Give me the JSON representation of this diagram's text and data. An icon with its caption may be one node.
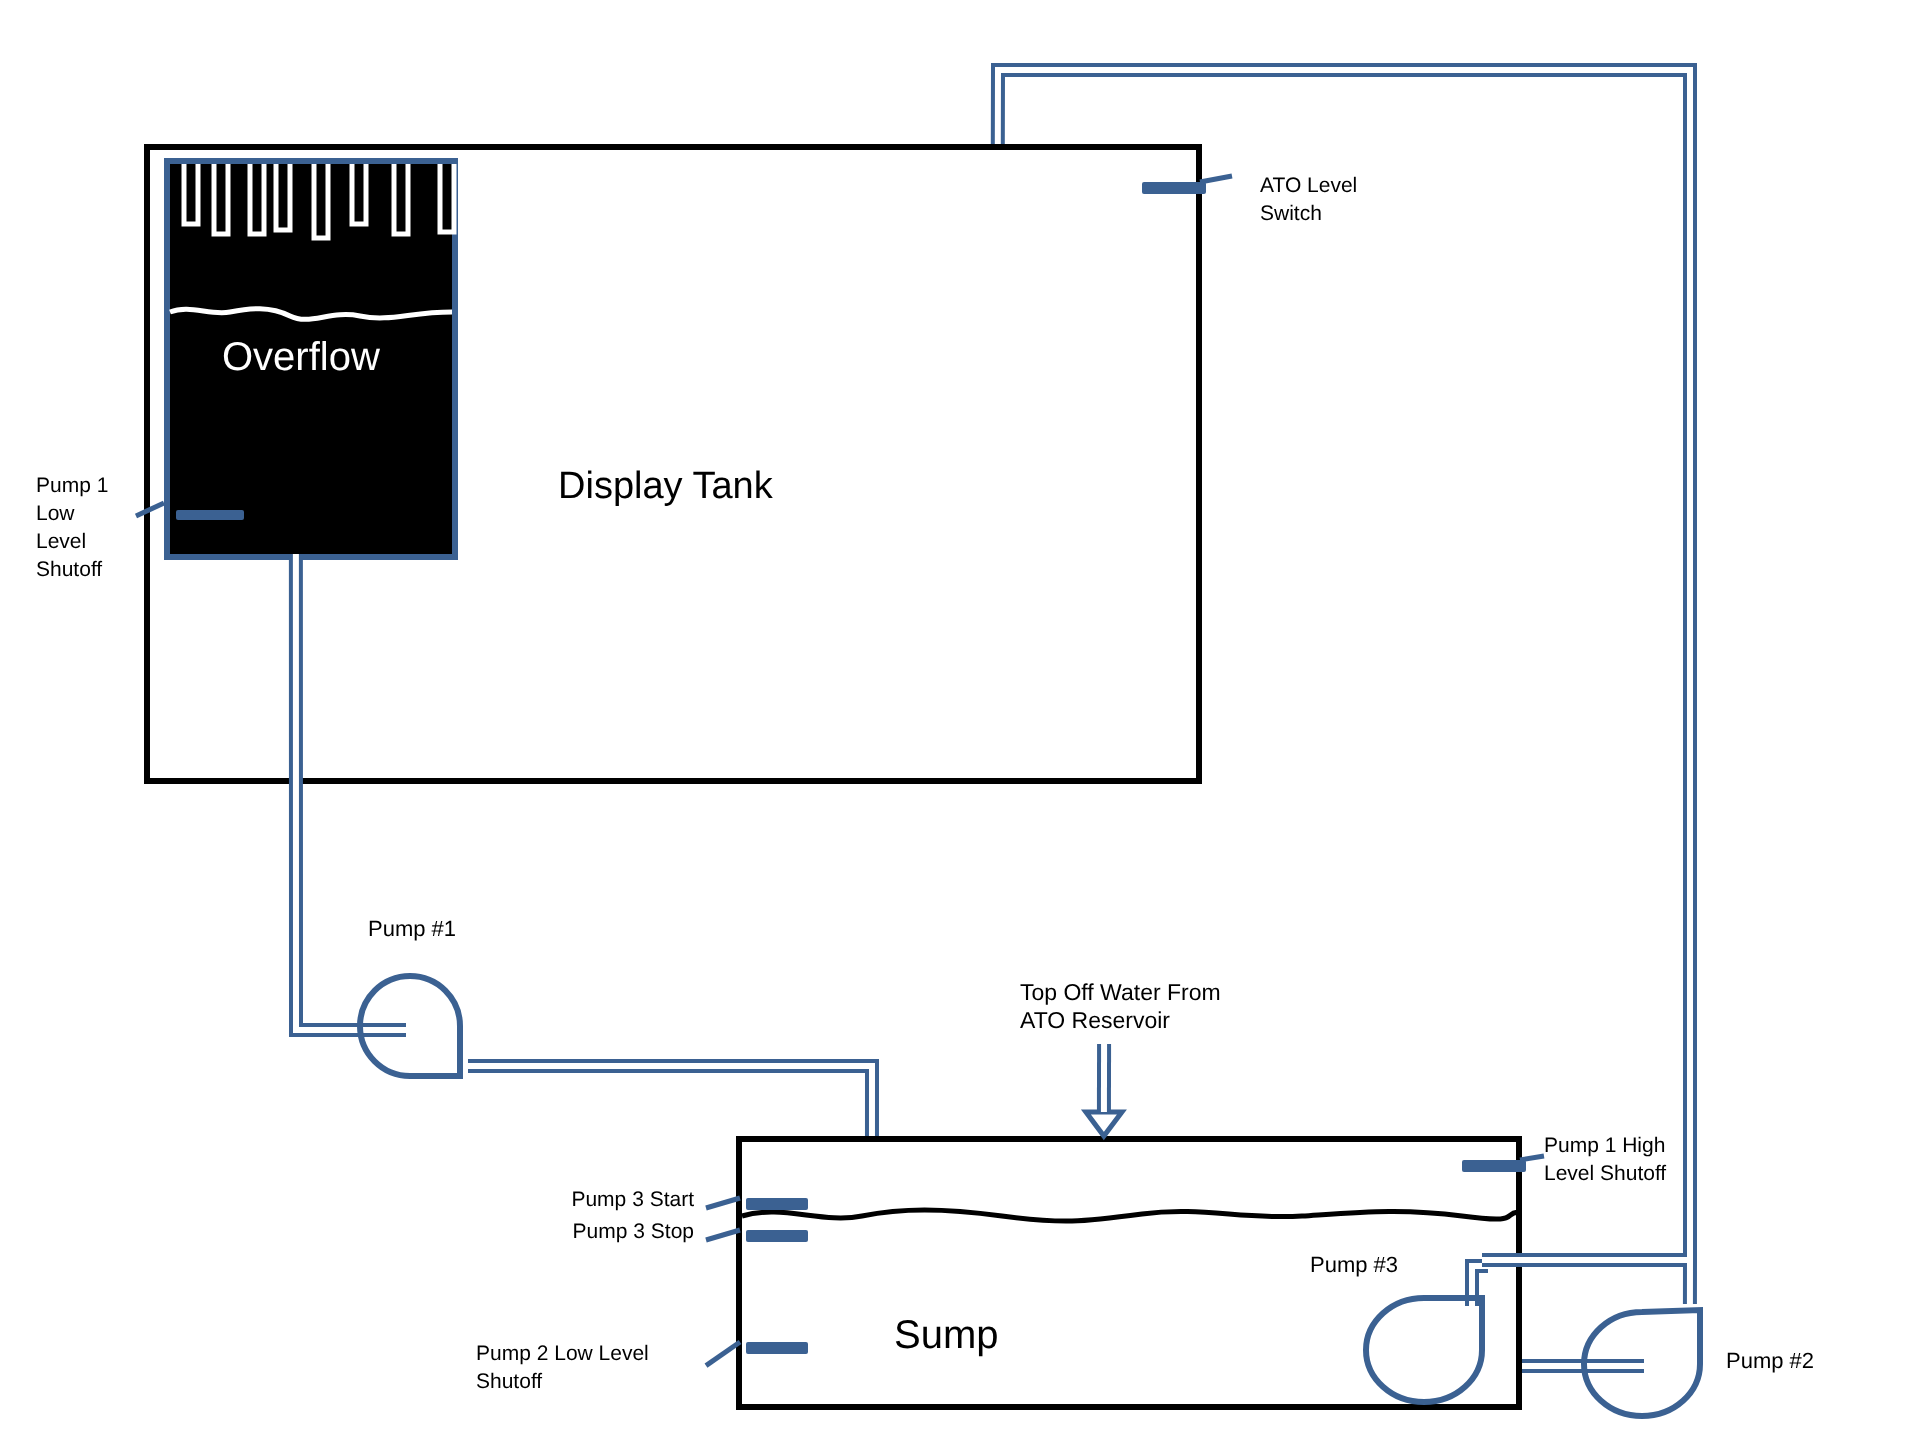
{
  "diagram": {
    "nodes": [
      {
        "text": [
          "Display Tank"
        ]
      },
      {
        "text": [
          "Overflow"
        ],
        "in": 0
      },
      {
        "text": [],
        "shape": "bar",
        "in": 1
      },
      {
        "text": [],
        "shape": "bar",
        "in": 0
      },
      {
        "text": [
          "ATO Level Switch"
        ]
      },
      {
        "text": [
          "Pump 1 Low Level Shutoff"
        ]
      },
      {
        "text": [
          "Pump #1"
        ]
      },
      {
        "text": [
          "Top Off Water From ATO Reservoir"
        ]
      },
      {
        "text": [
          "Sump"
        ]
      },
      {
        "text": [],
        "shape": "bar",
        "in": 8
      },
      {
        "text": [],
        "shape": "bar",
        "in": 8
      },
      {
        "text": [],
        "shape": "bar",
        "in": 8
      },
      {
        "text": [],
        "shape": "bar",
        "in": 8
      },
      {
        "text": [
          "Pump #3"
        ],
        "in": 8
      },
      {
        "text": [
          "Pump 1 High Level Shutoff"
        ]
      },
      {
        "text": [
          "Pump 3 Start"
        ]
      },
      {
        "text": [
          "Pump 3 Stop"
        ]
      },
      {
        "text": [
          "Pump 2 Low Level Shutoff"
        ]
      },
      {
        "text": [
          "Pump #2"
        ]
      }
    ],
    "edges": [
      {
        "from": 1,
        "to": 6,
        "arrow": "none",
        "style": "thick"
      },
      {
        "from": 6,
        "to": 8,
        "arrow": "none",
        "style": "thick"
      },
      {
        "from": 13,
        "to": 0,
        "arrow": "none",
        "style": "thick"
      },
      {
        "from": 8,
        "to": 18,
        "arrow": "none",
        "style": "thick"
      },
      {
        "from": 18,
        "to": 0,
        "arrow": "none",
        "style": "thick"
      },
      {
        "from": 7,
        "to": 8,
        "arrow": "to",
        "style": "thick"
      },
      {
        "from": 5,
        "to": 2,
        "arrow": "none"
      },
      {
        "from": 4,
        "to": 3,
        "arrow": "none"
      },
      {
        "from": 15,
        "to": 9,
        "arrow": "none"
      },
      {
        "from": 16,
        "to": 10,
        "arrow": "none"
      },
      {
        "from": 17,
        "to": 11,
        "arrow": "none"
      },
      {
        "from": 14,
        "to": 12,
        "arrow": "none"
      }
    ]
  }
}
